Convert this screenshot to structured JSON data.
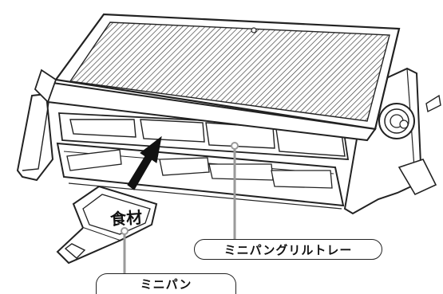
{
  "labels": {
    "tray": "ミニパングリルトレー",
    "pan": "ミニパン",
    "food": "食材"
  },
  "colors": {
    "line": "#222222",
    "leader": "#9a9a9a",
    "background": "#ffffff"
  },
  "icons": {
    "arrow": "insert-arrow-icon",
    "knob": "thermostat-knob-icon"
  }
}
